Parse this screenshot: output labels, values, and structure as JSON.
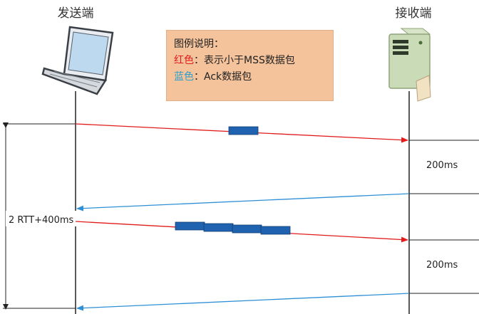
{
  "sender_label": "发送端",
  "receiver_label": "接收端",
  "legend": {
    "title": "图例说明：",
    "red_key": "红色",
    "red_desc": "：表示小于MSS数据包",
    "blue_key": "蓝色",
    "blue_desc": "：Ack数据包"
  },
  "span_label": "2 RTT+400ms",
  "delay1_label": "200ms",
  "delay2_label": "200ms",
  "colors": {
    "data_packet": "#e11b1b",
    "ack_packet": "#2f8fd6",
    "packet_block": "#1f63b0",
    "legend_bg": "#f4c29b"
  },
  "icons": {
    "sender": "laptop-icon",
    "receiver": "server-icon"
  }
}
